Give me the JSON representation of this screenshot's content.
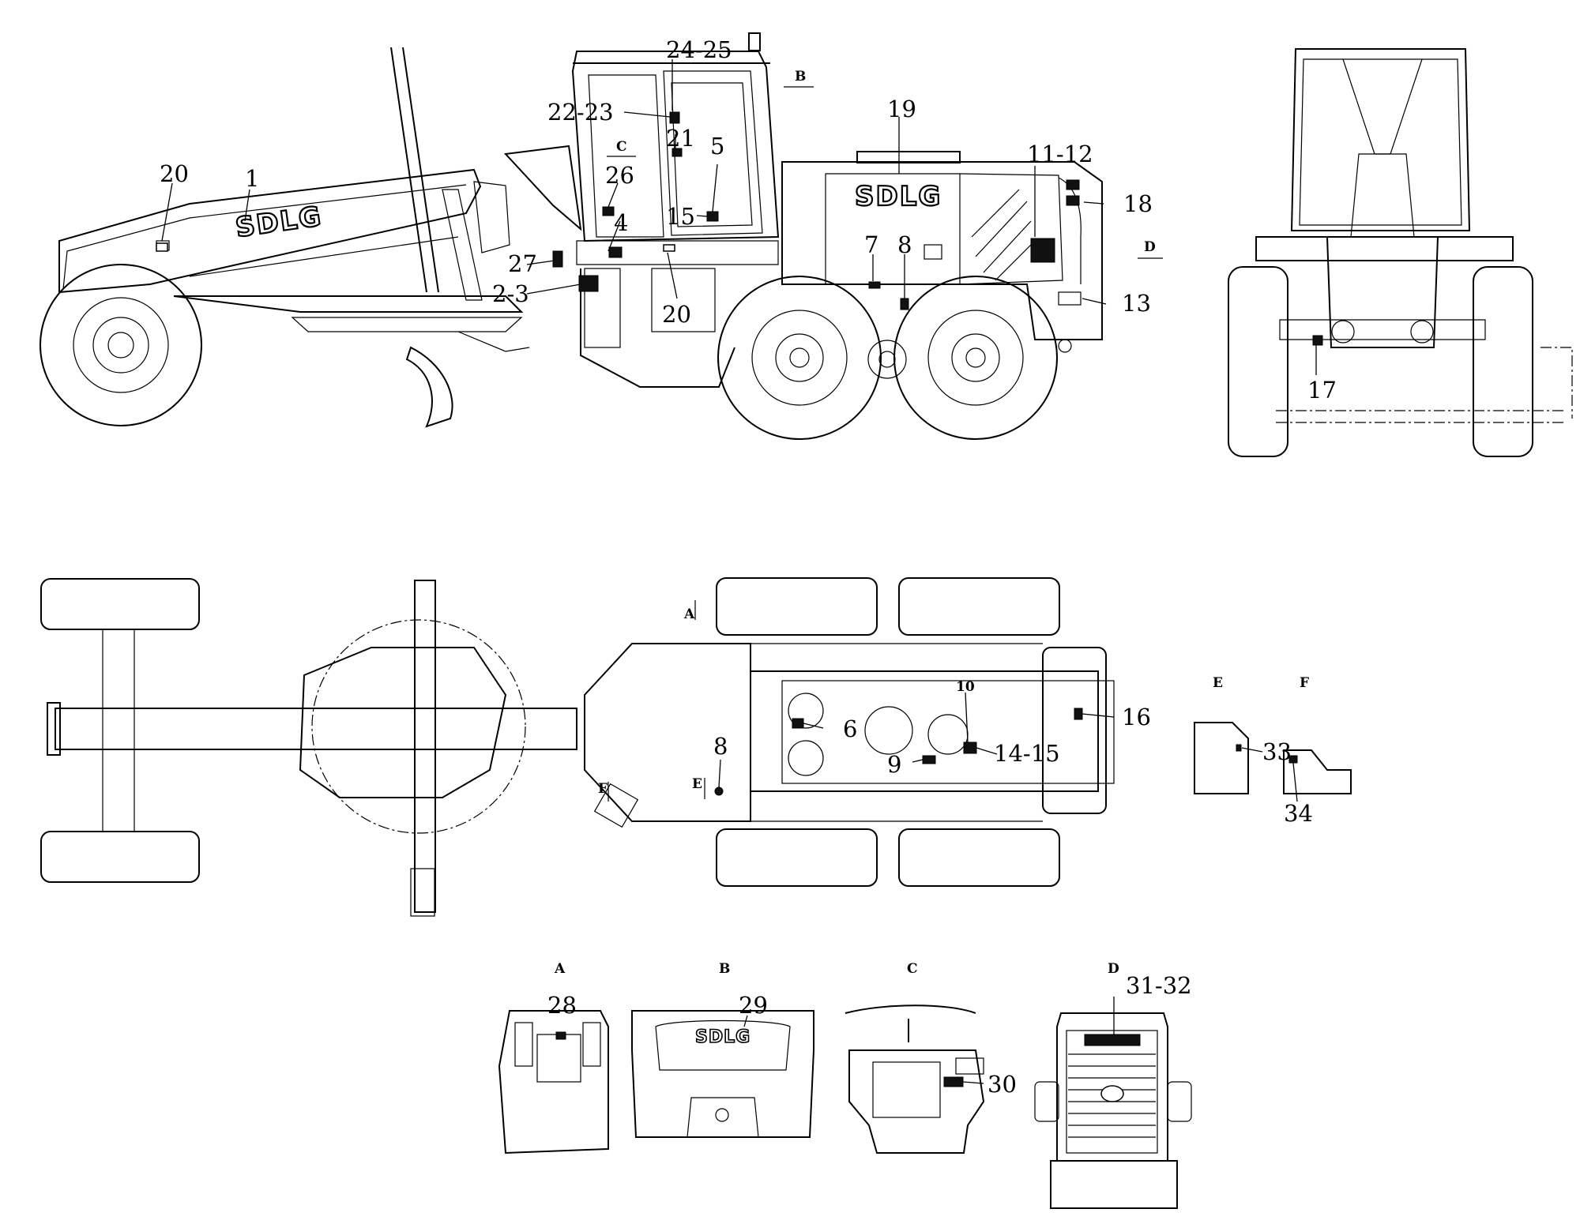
{
  "view_labels": {
    "A": "A",
    "B": "B",
    "C": "C",
    "D": "D",
    "E": "E",
    "F": "F"
  },
  "markers": {
    "side_B": "B",
    "side_C": "C",
    "side_D": "D",
    "top_A": "A",
    "top_E": "E",
    "top_F": "F"
  },
  "brand": {
    "logo": "SDLG"
  },
  "callouts": {
    "n1": "1",
    "n2_3": "2-3",
    "n4": "4",
    "n5": "5",
    "n6": "6",
    "n7": "7",
    "n8_side": "8",
    "n8_top": "8",
    "n9": "9",
    "n10": "10",
    "n11_12": "11-12",
    "n13": "13",
    "n14_15": "14-15",
    "n15": "15",
    "n16": "16",
    "n17": "17",
    "n18": "18",
    "n19": "19",
    "n20_boom": "20",
    "n20_step": "20",
    "n21": "21",
    "n22_23": "22-23",
    "n24_25": "24-25",
    "n26": "26",
    "n27": "27",
    "n28": "28",
    "n29": "29",
    "n30": "30",
    "n31_32": "31-32",
    "n33": "33",
    "n34": "34"
  }
}
